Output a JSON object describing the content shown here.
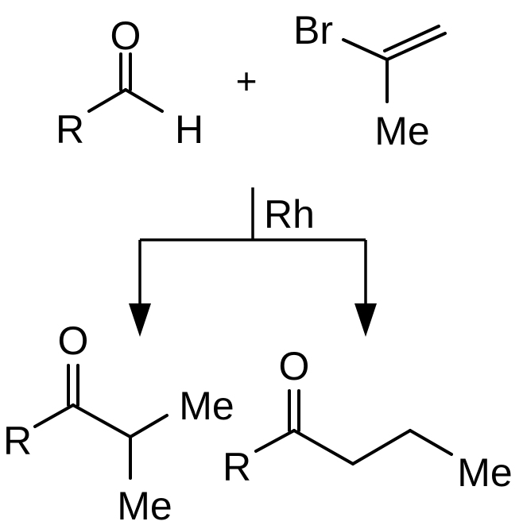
{
  "reactants": {
    "aldehyde": {
      "oxygen": "O",
      "r_group": "R",
      "hydrogen": "H"
    },
    "plus_sign": "+",
    "vinyl_bromide": {
      "bromine": "Br",
      "methyl": "Me"
    }
  },
  "catalyst": "Rh",
  "products": {
    "branched_ketone": {
      "oxygen": "O",
      "r_group": "R",
      "methyl_top": "Me",
      "methyl_bottom": "Me"
    },
    "linear_ketone": {
      "oxygen": "O",
      "r_group": "R",
      "methyl": "Me"
    }
  }
}
